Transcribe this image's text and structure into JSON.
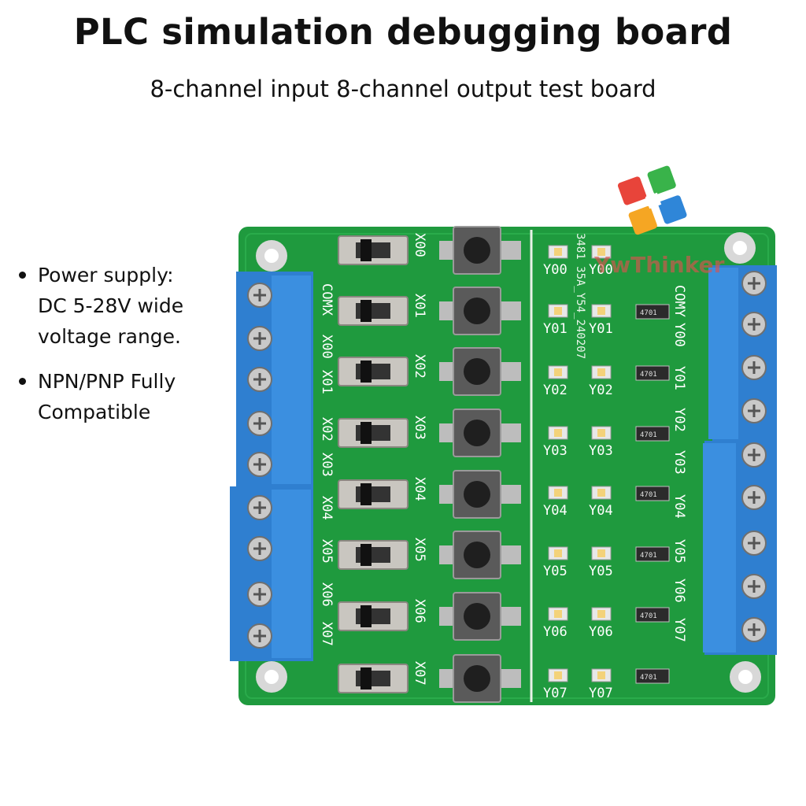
{
  "header": {
    "title": "PLC simulation debugging board",
    "subtitle": "8-channel input 8-channel output test board"
  },
  "features": [
    "Power supply: DC 5-28V wide voltage range.",
    "NPN/PNP Fully Compatible"
  ],
  "board": {
    "left_labels": [
      "COMX",
      "X00",
      "X01",
      "X02",
      "X03",
      "X04",
      "X05",
      "X06",
      "X07"
    ],
    "input_channels": [
      "X00",
      "X01",
      "X02",
      "X03",
      "X04",
      "X05",
      "X06",
      "X07"
    ],
    "output_channels": [
      "Y00",
      "Y01",
      "Y02",
      "Y03",
      "Y04",
      "Y05",
      "Y06",
      "Y07"
    ],
    "right_labels": [
      "COMY",
      "Y00",
      "Y01",
      "Y02",
      "Y03",
      "Y04",
      "Y05",
      "Y06",
      "Y07"
    ],
    "board_code": "3481 35A_Y54_240207",
    "watermark": "YwThinker",
    "resistor_marking": "4701"
  },
  "colors": {
    "pcb": "#1f9a3e",
    "pcb_dark": "#178233",
    "terminal": "#2f7fd0",
    "logo_red": "#e8443a",
    "logo_green": "#39b34a",
    "logo_blue": "#2f86d8",
    "logo_orange": "#f5a623"
  }
}
